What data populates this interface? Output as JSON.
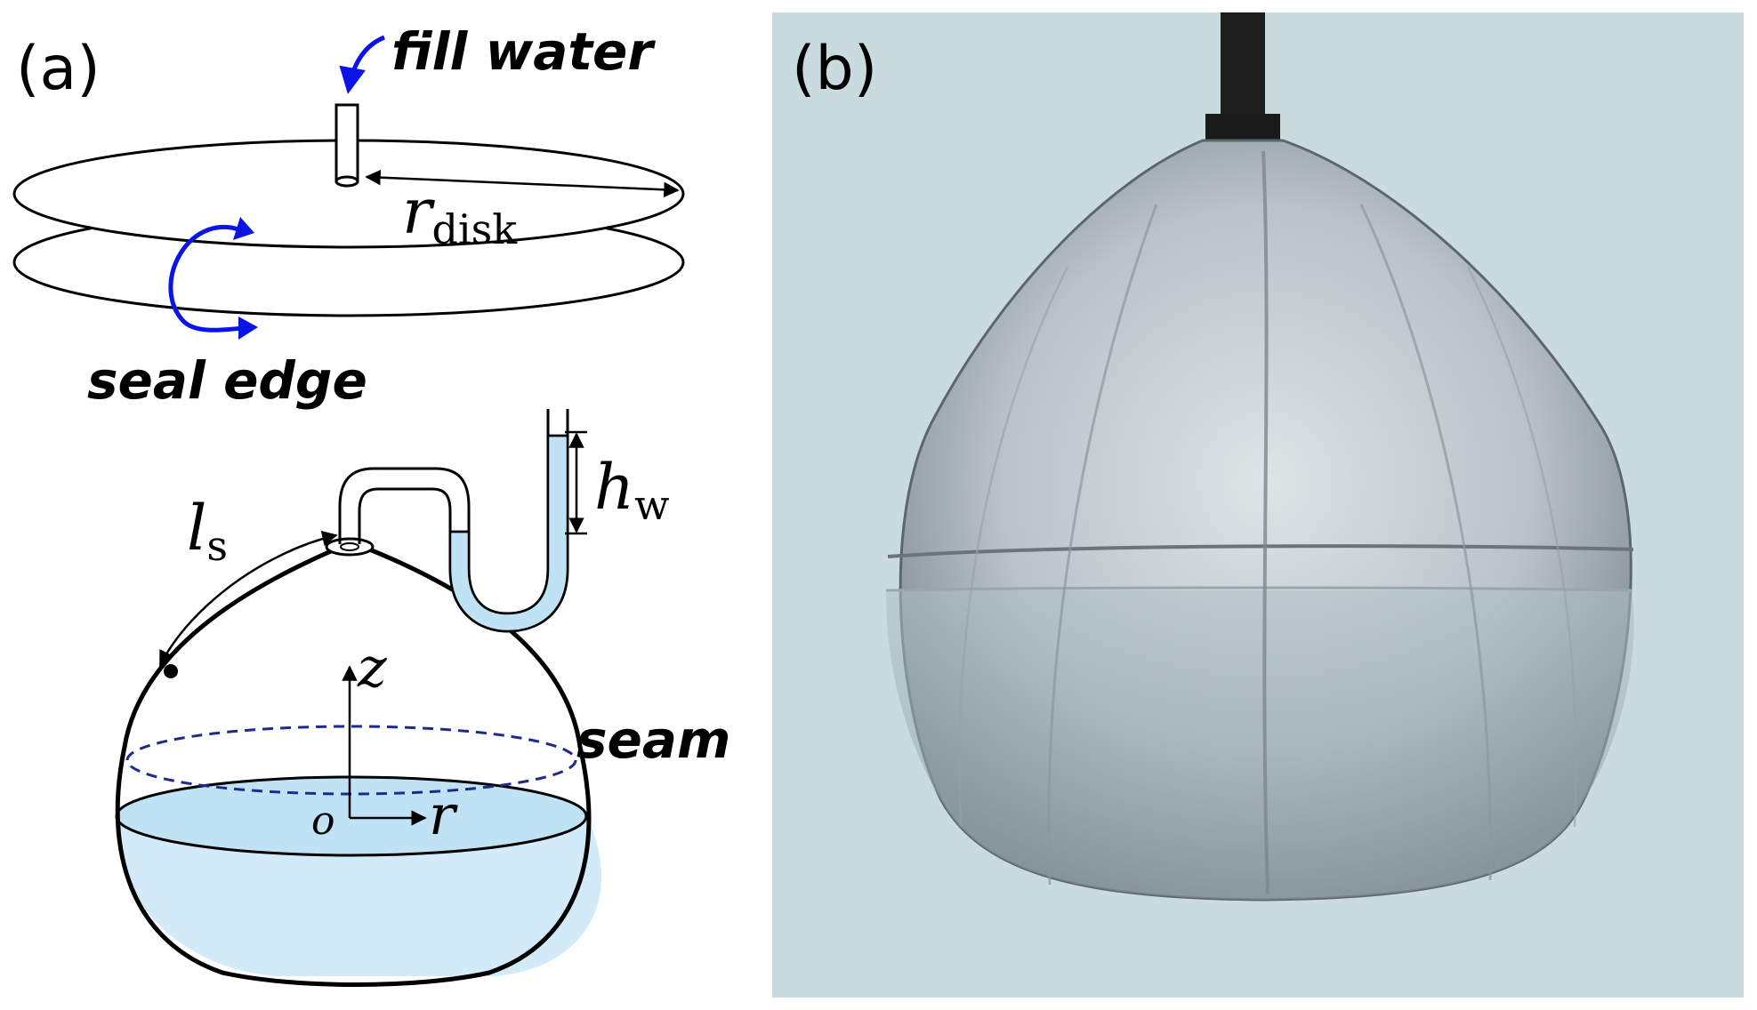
{
  "panel_a": {
    "label": "(a)",
    "fill_water": "fill water",
    "seal_edge": "seal edge",
    "seam": "seam",
    "r_disk_main": "r",
    "r_disk_sub": "disk",
    "h_w_main": "h",
    "h_w_sub": "w",
    "l_s_main": "l",
    "l_s_sub": "s",
    "z_axis": "z",
    "r_axis": "r",
    "origin": "o"
  },
  "panel_b": {
    "label": "(b)"
  },
  "colors": {
    "arrow_blue": "#0a14e6",
    "water_fill": "#d3ebf8",
    "water_surface": "#bfe3f5",
    "seam_dash": "#1f2a8c",
    "photo_bg": "#c9dbdf"
  }
}
